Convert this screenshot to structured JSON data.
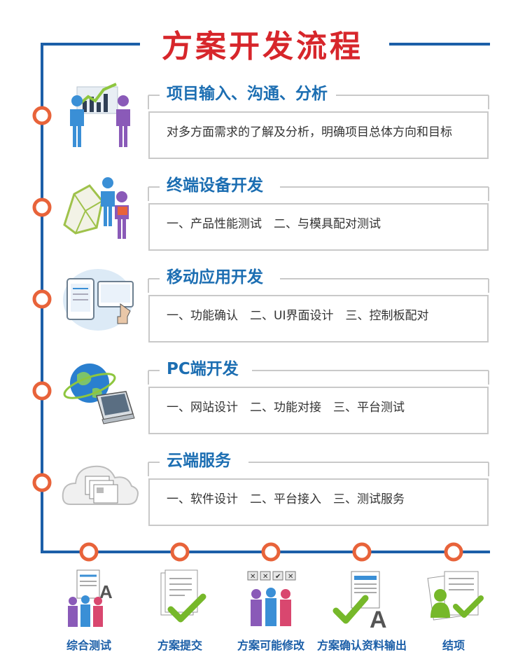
{
  "title": "方案开发流程",
  "steps": [
    {
      "heading": "项目输入、沟通、分析",
      "desc": "对多方面需求的了解及分析，明确项目总体方向和目标",
      "icon": "business-chart-icon"
    },
    {
      "heading": "终端设备开发",
      "desc": "一、产品性能测试　二、与模具配对测试",
      "icon": "device-model-icon"
    },
    {
      "heading": "移动应用开发",
      "desc": "一、功能确认　二、UI界面设计　三、控制板配对",
      "icon": "mobile-app-icon"
    },
    {
      "heading": "PC端开发",
      "desc": "一、网站设计　二、功能对接　三、平台测试",
      "icon": "globe-laptop-icon"
    },
    {
      "heading": "云端服务",
      "desc": "一、软件设计　二、平台接入　三、测试服务",
      "icon": "cloud-icon"
    }
  ],
  "bottom": [
    {
      "label": "综合测试",
      "icon": "team-test-icon"
    },
    {
      "label": "方案提交",
      "icon": "document-check-icon"
    },
    {
      "label": "方案可能修改",
      "icon": "team-revise-icon"
    },
    {
      "label": "方案确认资料输出",
      "icon": "document-output-icon"
    },
    {
      "label": "结项",
      "icon": "completion-icon"
    }
  ],
  "colors": {
    "title": "#d7262b",
    "heading": "#1c6eb2",
    "line": "#1c5fa8",
    "node": "#e8633a",
    "border": "#c9c9c9"
  }
}
